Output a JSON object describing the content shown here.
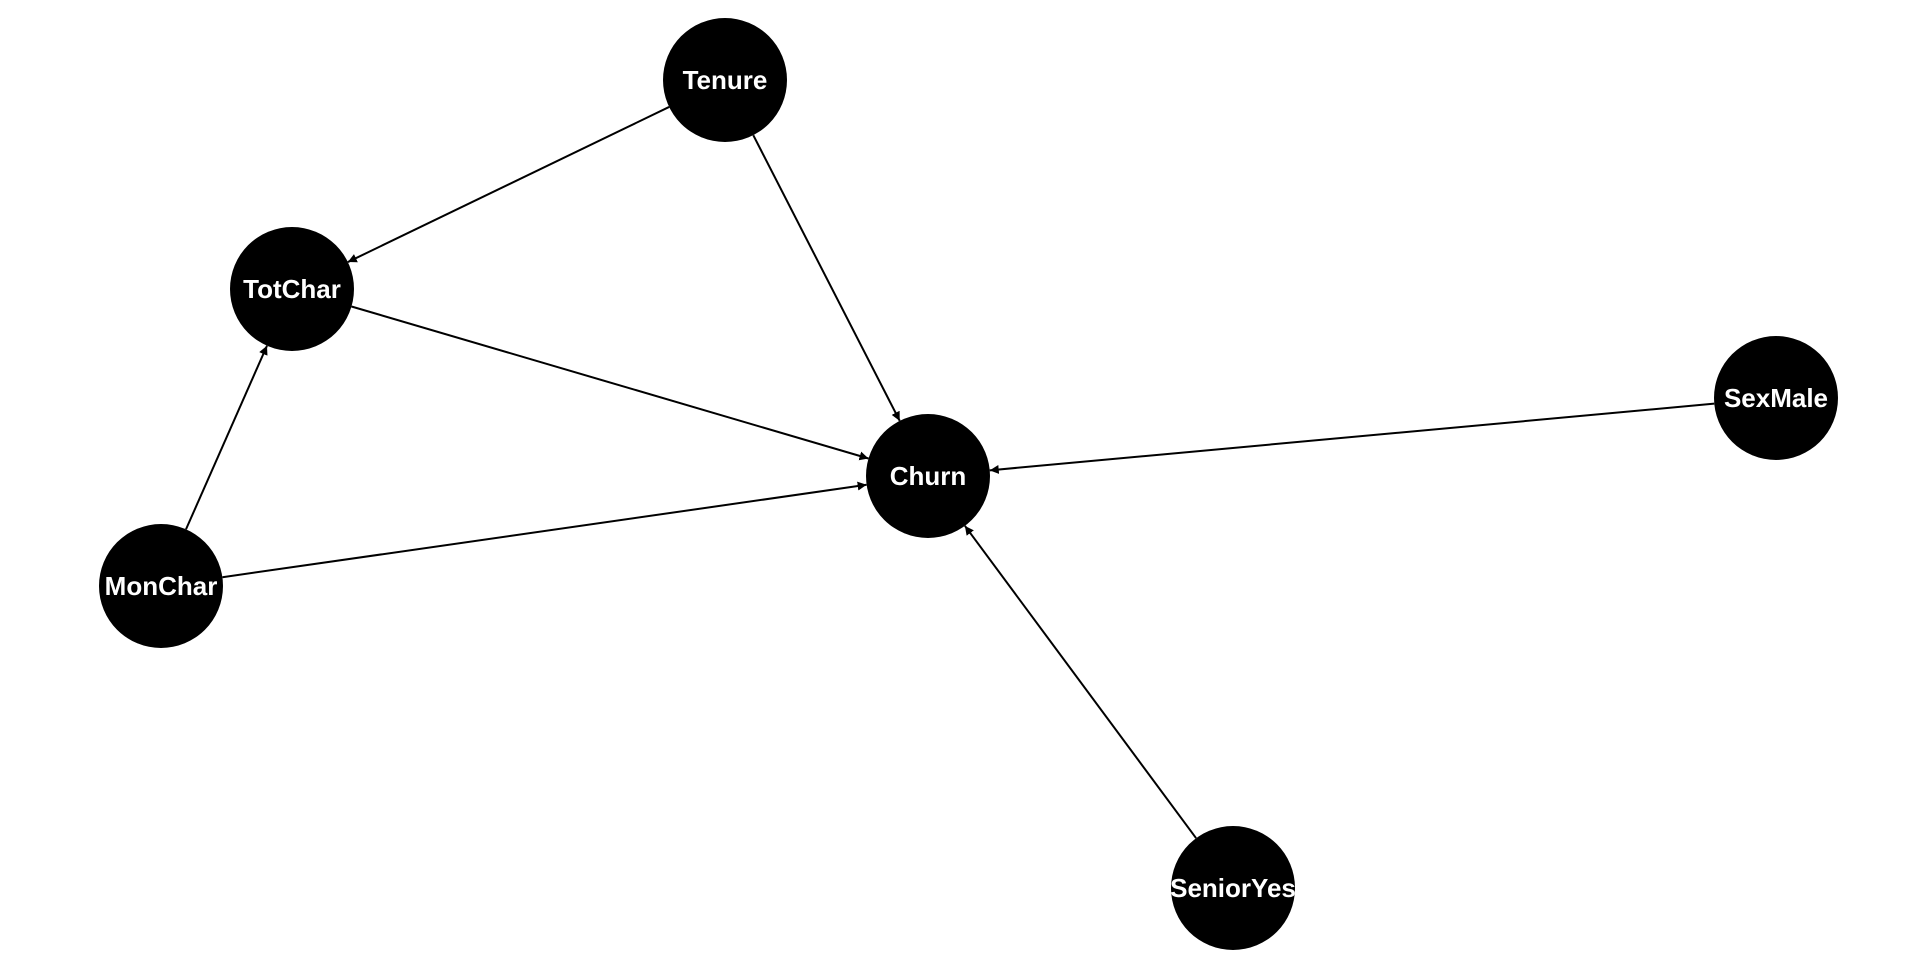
{
  "diagram": {
    "type": "directed-graph",
    "nodes": [
      {
        "id": "tenure",
        "label": "Tenure"
      },
      {
        "id": "totchar",
        "label": "TotChar"
      },
      {
        "id": "monchar",
        "label": "MonChar"
      },
      {
        "id": "churn",
        "label": "Churn"
      },
      {
        "id": "sexmale",
        "label": "SexMale"
      },
      {
        "id": "senioryes",
        "label": "SeniorYes"
      }
    ],
    "edges": [
      {
        "from": "tenure",
        "to": "totchar"
      },
      {
        "from": "tenure",
        "to": "churn"
      },
      {
        "from": "totchar",
        "to": "churn"
      },
      {
        "from": "monchar",
        "to": "totchar"
      },
      {
        "from": "monchar",
        "to": "churn"
      },
      {
        "from": "sexmale",
        "to": "churn"
      },
      {
        "from": "senioryes",
        "to": "churn"
      }
    ],
    "colors": {
      "node": "#000000",
      "label": "#ffffff",
      "edge": "#000000",
      "background": "#ffffff"
    }
  }
}
